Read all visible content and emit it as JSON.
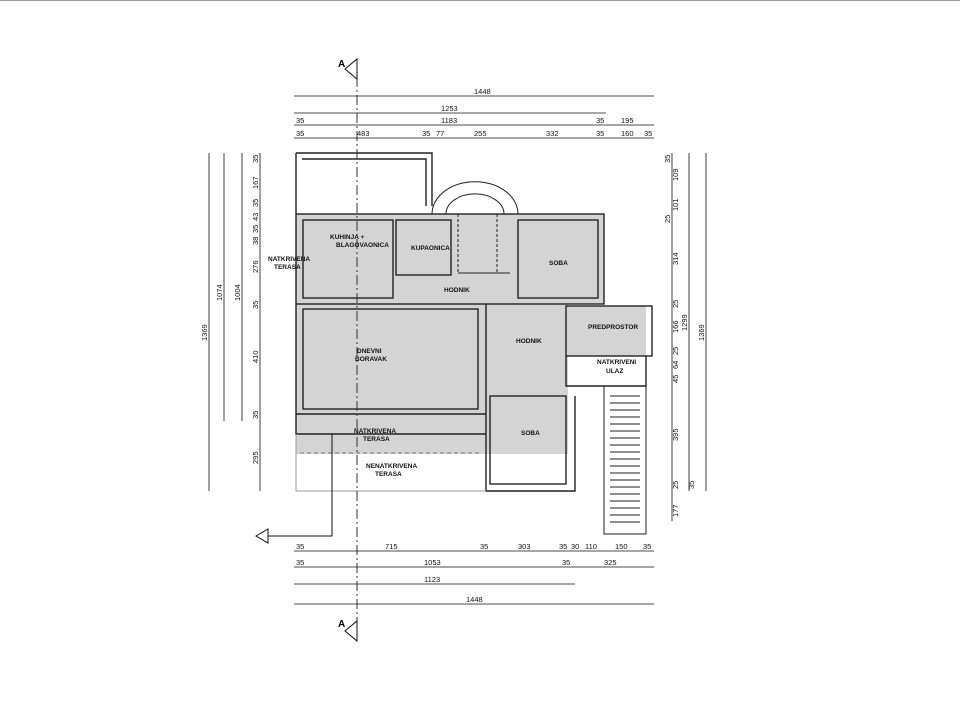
{
  "section_marker": {
    "top": "A",
    "bottom": "A"
  },
  "rooms": {
    "kuhinja": [
      "KUHINJA +",
      "BLAGOVAONICA"
    ],
    "kupaonica": "KUPAONICA",
    "soba_top": "SOBA",
    "hodnik_top": "HODNIK",
    "hodnik_mid": "HODNIK",
    "dnevni": [
      "DNEVNI",
      "BORAVAK"
    ],
    "predprostor": "PREDPROSTOR",
    "natkriveni_ulaz": [
      "NATKRIVENI",
      "ULAZ"
    ],
    "soba_bottom": "SOBA",
    "natkrivena_left": [
      "NATKRIVENA",
      "TERASA"
    ],
    "natkrivena_bottom": [
      "NATKRIVENA",
      "TERASA"
    ],
    "nenatkrivena": [
      "NENATKRIVENA",
      "TERASA"
    ]
  },
  "dims_top": {
    "row1": [
      "1448"
    ],
    "row2": [
      "1253"
    ],
    "row3": [
      "35",
      "1183",
      "35",
      "195"
    ],
    "row4": [
      "35",
      "483",
      "35",
      "77",
      "255",
      "332",
      "35",
      "160",
      "35"
    ]
  },
  "dims_bottom": {
    "row1": [
      "35",
      "715",
      "35",
      "303",
      "35",
      "30",
      "110",
      "150",
      "35"
    ],
    "row2": [
      "35",
      "1053",
      "35",
      "325"
    ],
    "row3": [
      "1123"
    ],
    "row4": [
      "1448"
    ]
  },
  "dims_left": {
    "outer": [
      "1369"
    ],
    "mid": [
      "1074"
    ],
    "inner": [
      "1004"
    ],
    "segments": [
      "35",
      "167",
      "35",
      "43",
      "35",
      "38",
      "276",
      "35",
      "410",
      "35",
      "295"
    ]
  },
  "dims_right": {
    "outer": [
      "1369"
    ],
    "mid": [
      "1299"
    ],
    "segments": [
      "35",
      "109",
      "25",
      "101",
      "314",
      "25",
      "166",
      "25",
      "64",
      "45",
      "395",
      "25",
      "177",
      "35"
    ]
  }
}
